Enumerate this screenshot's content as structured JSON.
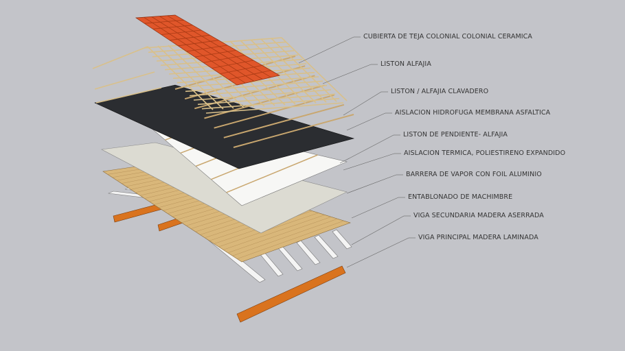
{
  "labels": [
    {
      "text": "CUBIERTA DE TEJA COLONIAL COLONIAL CERAMICA"
    },
    {
      "text": "LISTON ALFAJIA"
    },
    {
      "text": "LISTON / ALFAJIA CLAVADERO"
    },
    {
      "text": "AISLACION HIDROFUGA MEMBRANA ASFALTICA"
    },
    {
      "text": "LISTON DE PENDIENTE- ALFAJIA"
    },
    {
      "text": "AISLACION TERMICA, POLIESTIRENO EXPANDIDO"
    },
    {
      "text": "BARRERA DE VAPOR CON FOIL ALUMINIO"
    },
    {
      "text": "ENTABLONADO DE MACHIMBRE"
    },
    {
      "text": "VIGA SECUNDARIA MADERA ASERRADA"
    },
    {
      "text": "VIGA PRINCIPAL MADERA LAMINADA"
    }
  ],
  "colors": {
    "background": "#c3c4c9",
    "tile": "#e0562a",
    "wood": "#d9b77a",
    "membrane": "#2b2d31",
    "beam": "#d9731e"
  }
}
